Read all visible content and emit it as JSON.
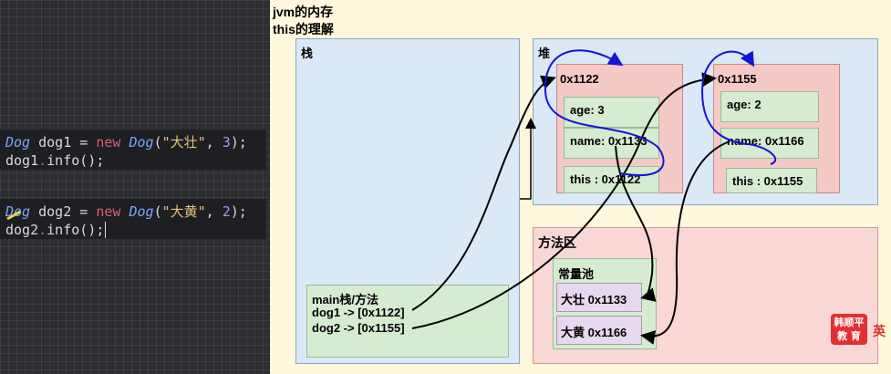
{
  "code": {
    "line1": {
      "cls1": "Dog",
      "var": " dog1 = ",
      "kw": "new",
      "cls2": " Dog",
      "open": "(",
      "str": "\"大壮\"",
      "sep": ", ",
      "num": "3",
      "close": ");"
    },
    "line2": {
      "var": "dog1",
      "dot": ".",
      "rest": "info();"
    },
    "line3": {
      "cls1": "Dog",
      "var": " dog2 = ",
      "kw": "new",
      "cls2": " Dog",
      "open": "(",
      "str": "\"大黄\"",
      "sep": ", ",
      "num": "2",
      "close": ");"
    },
    "line4": {
      "var": "dog2",
      "dot": ".",
      "rest": "info();"
    }
  },
  "diagram": {
    "title1": "jvm的内存",
    "title2": "this的理解",
    "stack_label": "栈",
    "heap_label": "堆",
    "method_area_label": "方法区",
    "constant_pool_label": "常量池",
    "main_frame": {
      "title": "main栈/方法",
      "dog1": "dog1 -> [0x1122]",
      "dog2": "dog2 -> [0x1155]"
    },
    "obj1": {
      "addr": "0x1122",
      "age": "age: 3",
      "name": "name: 0x1133",
      "this": "this : 0x1122"
    },
    "obj2": {
      "addr": "0x1155",
      "age": "age: 2",
      "name": "name: 0x1166",
      "this": "this : 0x1155"
    },
    "pool": {
      "s1": "大壮 0x1133",
      "s2": "大黄 0x1166"
    }
  },
  "logo": {
    "line1": "韩顺平",
    "line2": "教 育",
    "ext": "英"
  },
  "colors": {
    "arrow_blue": "#1515d8",
    "arrow_black": "#000000"
  }
}
